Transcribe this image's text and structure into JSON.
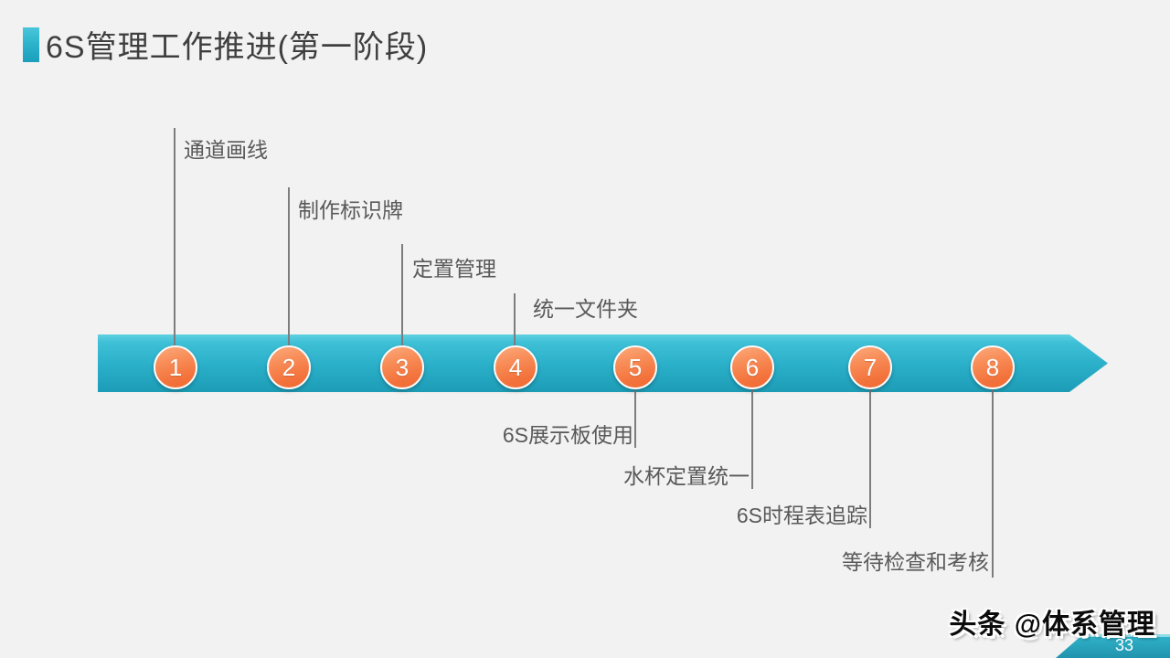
{
  "title": {
    "text": "6S管理工作推进(第一阶段)"
  },
  "timeline": {
    "steps": [
      {
        "number": "1",
        "label": "通道画线",
        "side": "above"
      },
      {
        "number": "2",
        "label": "制作标识牌",
        "side": "above"
      },
      {
        "number": "3",
        "label": "定置管理",
        "side": "above"
      },
      {
        "number": "4",
        "label": "统一文件夹",
        "side": "above"
      },
      {
        "number": "5",
        "label": "6S展示板使用",
        "side": "below"
      },
      {
        "number": "6",
        "label": "水杯定置统一",
        "side": "below"
      },
      {
        "number": "7",
        "label": "6S时程表追踪",
        "side": "below"
      },
      {
        "number": "8",
        "label": "等待检查和考核",
        "side": "below"
      }
    ]
  },
  "footer": {
    "watermark": "头条 @体系管理",
    "page_number": "33"
  },
  "colors": {
    "background": "#f2f2f3",
    "accent_teal": "#29aec8",
    "bar_teal_top": "#60d1e1",
    "bar_teal_bottom": "#1d9cb6",
    "step_orange": "#f3723b",
    "label_gray": "#595959",
    "line_gray": "#7d7d7d",
    "title_gray": "#3f3f3f"
  }
}
